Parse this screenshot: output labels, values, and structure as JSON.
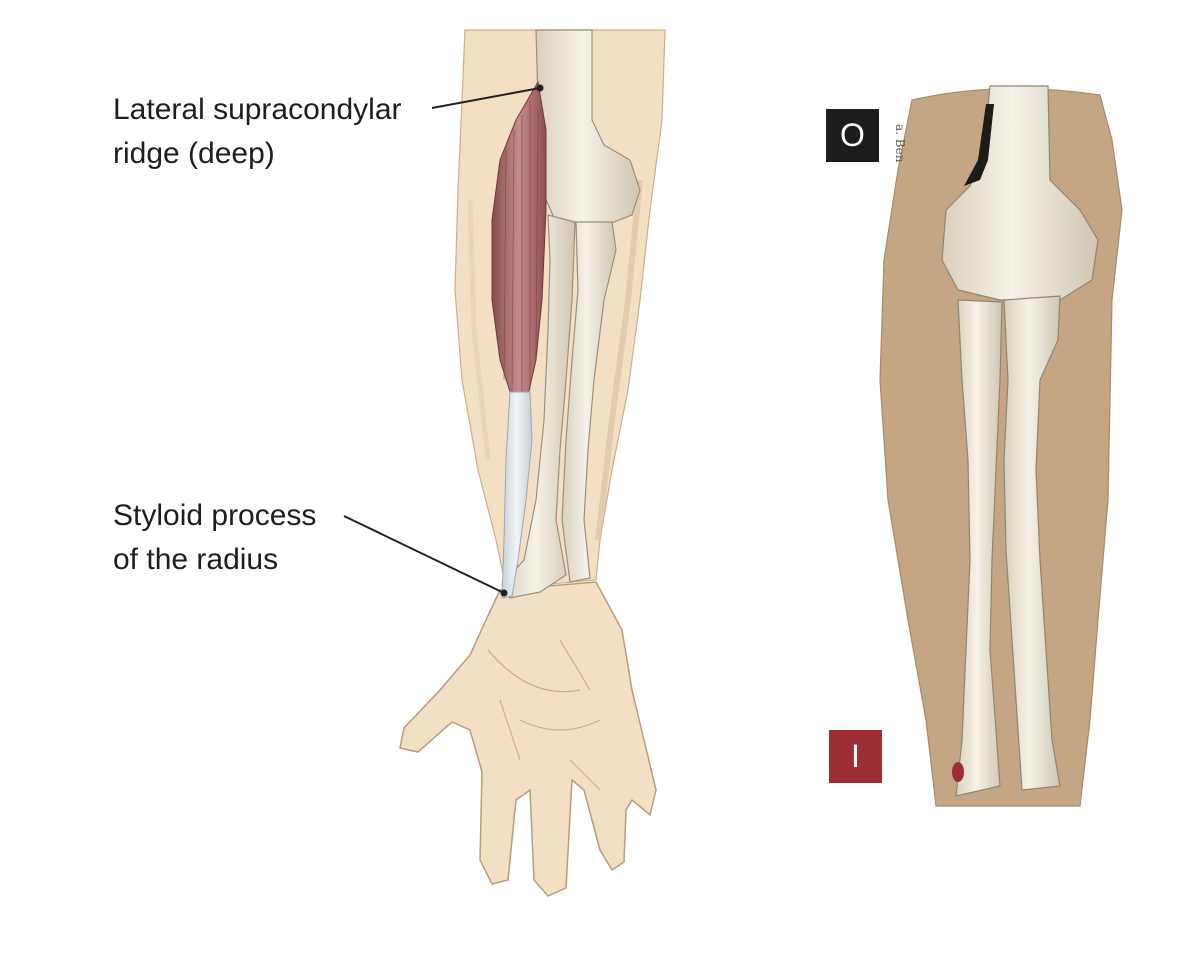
{
  "labels": {
    "lateral_supracondylar_line1": "Lateral supracondylar",
    "lateral_supracondylar_line2": "ridge (deep)",
    "styloid_line1": "Styloid process",
    "styloid_line2": "of the radius"
  },
  "markers": {
    "origin": "O",
    "insertion": "I"
  },
  "signature": "a. Ben",
  "colors": {
    "skin": "#f3dfc3",
    "skin_shadow": "#e2c8a6",
    "background_tan": "#c4a684",
    "bone": "#f2ede0",
    "bone_shadow": "#cfc6b2",
    "muscle": "#9c5a5c",
    "muscle_light": "#c88c8c",
    "tendon": "#dfe6ea",
    "origin_marker": "#1c1c1c",
    "insertion_marker": "#9c2f35",
    "leader_line": "#222222"
  }
}
